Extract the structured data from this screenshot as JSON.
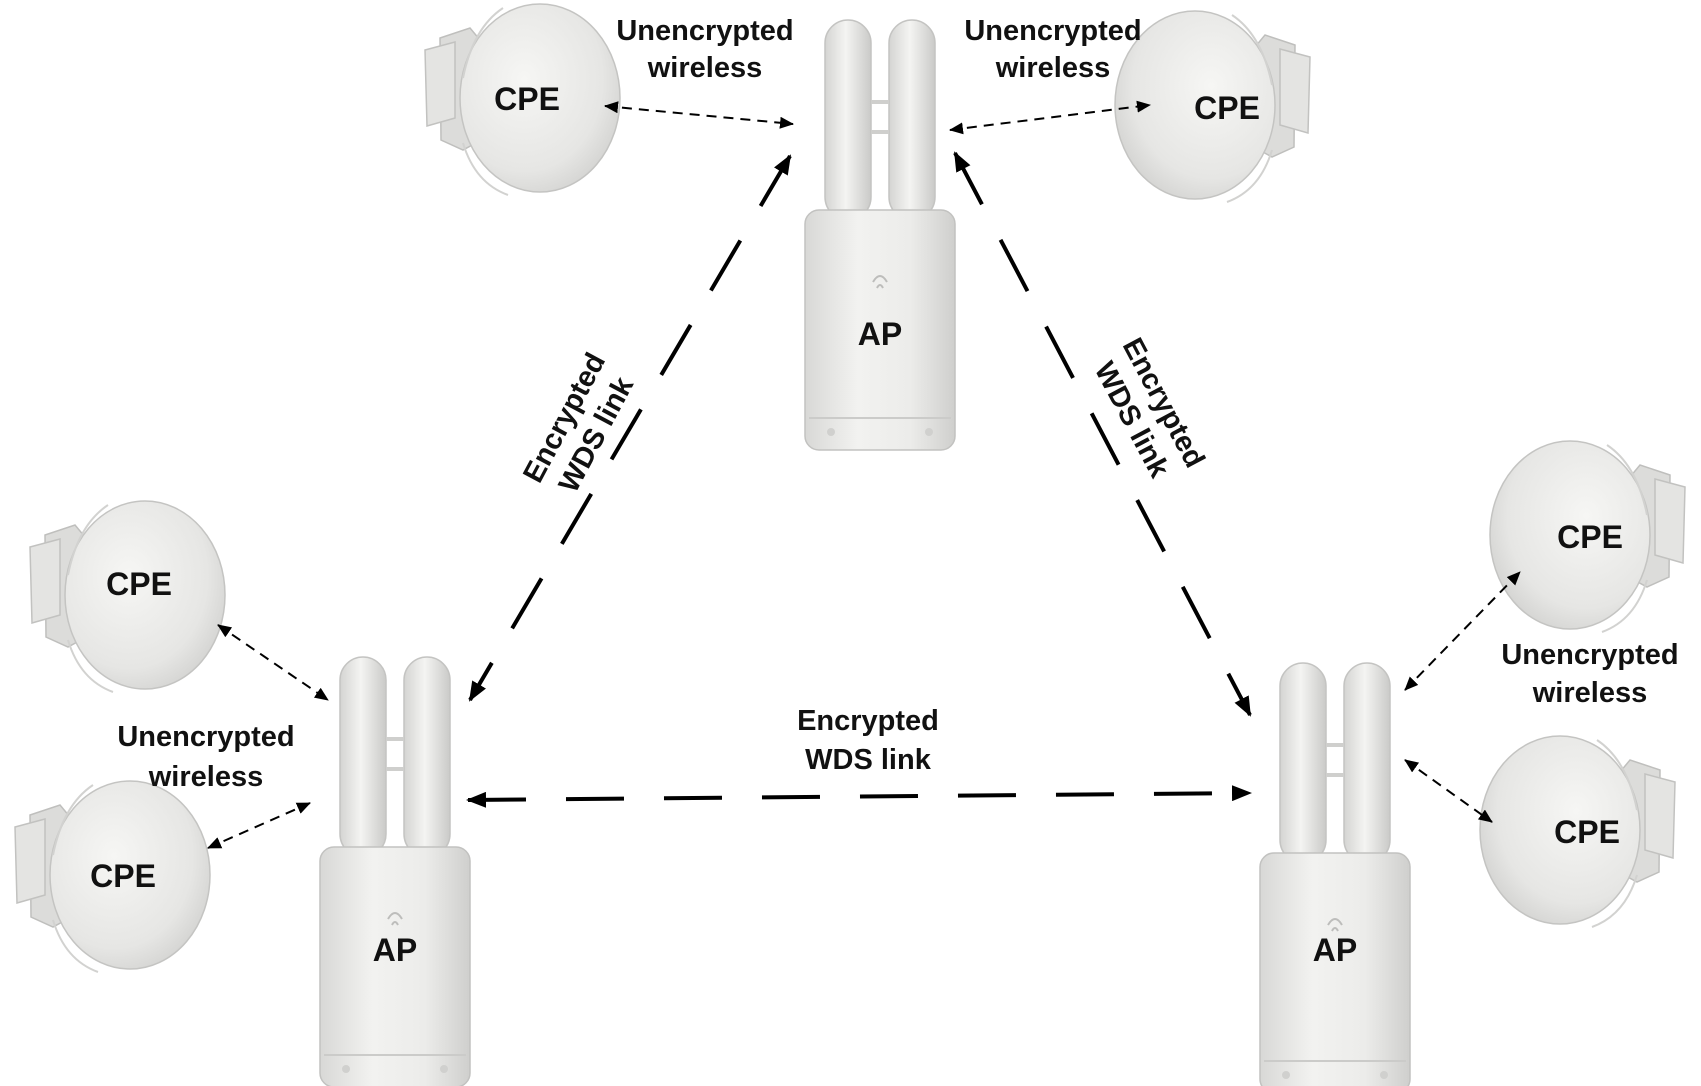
{
  "diagram": {
    "access_points": [
      {
        "id": "ap_top",
        "label": "AP"
      },
      {
        "id": "ap_left",
        "label": "AP"
      },
      {
        "id": "ap_right",
        "label": "AP"
      }
    ],
    "cpes": [
      {
        "id": "cpe_top_left",
        "label": "CPE",
        "connects_to": "ap_top"
      },
      {
        "id": "cpe_top_right",
        "label": "CPE",
        "connects_to": "ap_top"
      },
      {
        "id": "cpe_left_top",
        "label": "CPE",
        "connects_to": "ap_left"
      },
      {
        "id": "cpe_left_bottom",
        "label": "CPE",
        "connects_to": "ap_left"
      },
      {
        "id": "cpe_right_top",
        "label": "CPE",
        "connects_to": "ap_right"
      },
      {
        "id": "cpe_right_bottom",
        "label": "CPE",
        "connects_to": "ap_right"
      }
    ],
    "labels": {
      "unencrypted_top_left": [
        "Unencrypted",
        "wireless"
      ],
      "unencrypted_top_right": [
        "Unencrypted",
        "wireless"
      ],
      "unencrypted_left": [
        "Unencrypted",
        "wireless"
      ],
      "unencrypted_right": [
        "Unencrypted",
        "wireless"
      ],
      "wds_left": [
        "Encrypted",
        "WDS link"
      ],
      "wds_right": [
        "Encrypted",
        "WDS link"
      ],
      "wds_bottom": [
        "Encrypted",
        "WDS link"
      ]
    },
    "links": [
      {
        "from": "ap_top",
        "to": "ap_left",
        "type": "Encrypted WDS link"
      },
      {
        "from": "ap_top",
        "to": "ap_right",
        "type": "Encrypted WDS link"
      },
      {
        "from": "ap_left",
        "to": "ap_right",
        "type": "Encrypted WDS link"
      },
      {
        "from": "cpe_top_left",
        "to": "ap_top",
        "type": "Unencrypted wireless"
      },
      {
        "from": "cpe_top_right",
        "to": "ap_top",
        "type": "Unencrypted wireless"
      },
      {
        "from": "cpe_left_top",
        "to": "ap_left",
        "type": "Unencrypted wireless"
      },
      {
        "from": "cpe_left_bottom",
        "to": "ap_left",
        "type": "Unencrypted wireless"
      },
      {
        "from": "cpe_right_top",
        "to": "ap_right",
        "type": "Unencrypted wireless"
      },
      {
        "from": "cpe_right_bottom",
        "to": "ap_right",
        "type": "Unencrypted wireless"
      }
    ]
  }
}
